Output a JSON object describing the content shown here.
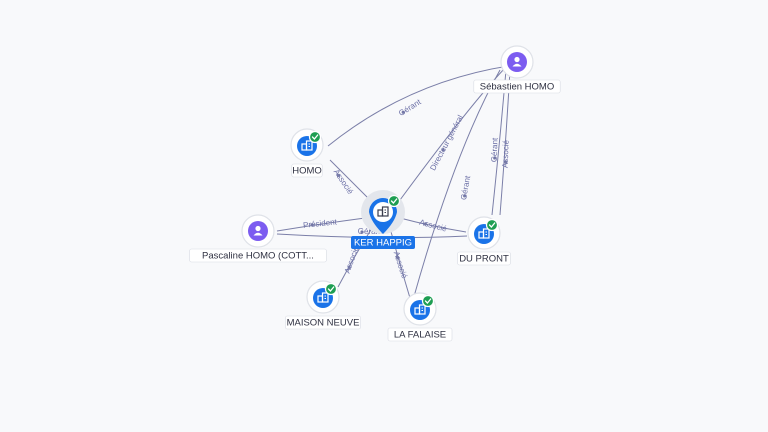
{
  "graph": {
    "nodes": [
      {
        "id": "ker",
        "label": "KER HAPPIG",
        "type": "company-center",
        "verified": true
      },
      {
        "id": "sebastien",
        "label": "Sébastien HOMO",
        "type": "person",
        "verified": false
      },
      {
        "id": "homo",
        "label": "HOMO",
        "type": "company",
        "verified": true
      },
      {
        "id": "pascaline",
        "label": "Pascaline HOMO (COTT...",
        "type": "person",
        "verified": false
      },
      {
        "id": "dupront",
        "label": "DU PRONT",
        "type": "company",
        "verified": true
      },
      {
        "id": "maison",
        "label": "MAISON NEUVE",
        "type": "company",
        "verified": true
      },
      {
        "id": "falaise",
        "label": "LA FALAISE",
        "type": "company",
        "verified": true
      }
    ],
    "edges": [
      {
        "from": "sebastien",
        "to": "homo",
        "label": "Gérant"
      },
      {
        "from": "sebastien",
        "to": "ker",
        "label": "Directeur général"
      },
      {
        "from": "sebastien",
        "to": "falaise",
        "label": "Gérant"
      },
      {
        "from": "sebastien",
        "to": "dupront",
        "label": "Gérant"
      },
      {
        "from": "sebastien",
        "to": "dupront",
        "label": "Associé"
      },
      {
        "from": "ker",
        "to": "homo",
        "label": "Associé"
      },
      {
        "from": "pascaline",
        "to": "ker",
        "label": "Président"
      },
      {
        "from": "pascaline",
        "to": "dupront",
        "label": "Gérant"
      },
      {
        "from": "ker",
        "to": "dupront",
        "label": "Associé"
      },
      {
        "from": "ker",
        "to": "maison",
        "label": "Associé"
      },
      {
        "from": "ker",
        "to": "falaise",
        "label": "Associé"
      }
    ]
  },
  "colors": {
    "edge": "#7b7fa8",
    "edge_label": "#6b6fa6",
    "company": "#1a73e8",
    "person": "#7c5cf0",
    "verified": "#1e9e52",
    "center": "#1a73e8"
  },
  "icons": {
    "company": "building-icon",
    "person": "person-icon",
    "verified": "check-badge-icon"
  }
}
